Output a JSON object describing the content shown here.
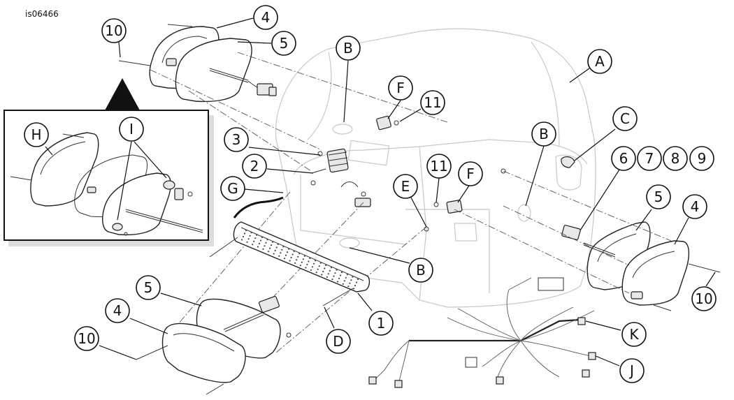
{
  "figure_id": "is06466",
  "callouts": {
    "c10a": "10",
    "c4a": "4",
    "c5a": "5",
    "cBa": "B",
    "cA": "A",
    "cFa": "F",
    "c11a": "11",
    "cH": "H",
    "cI": "I",
    "c3": "3",
    "c2": "2",
    "cG": "G",
    "cC": "C",
    "cBb": "B",
    "c11b": "11",
    "cFb": "F",
    "cE": "E",
    "c6": "6",
    "c7": "7",
    "c8": "8",
    "c9": "9",
    "c5b": "5",
    "c4b": "4",
    "c10b": "10",
    "cBc": "B",
    "c5c": "5",
    "c4c": "4",
    "c10c": "10",
    "c1": "1",
    "cD": "D",
    "cK": "K",
    "cJ": "J"
  }
}
